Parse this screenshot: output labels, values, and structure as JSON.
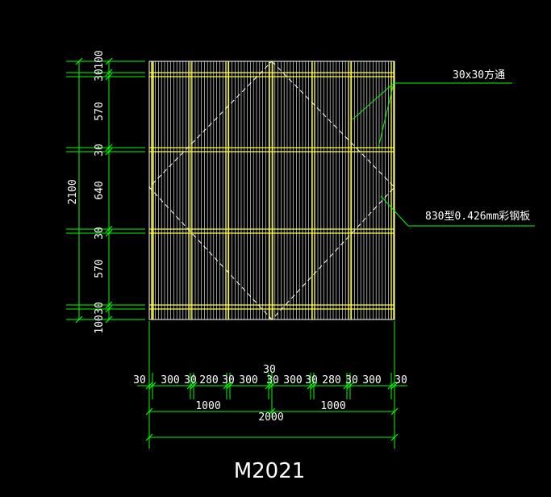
{
  "colors": {
    "background": "#000000",
    "panel_lines": "#ffffff",
    "frame": "#ffff33",
    "dimension": "#00ff00",
    "text": "#ffffff"
  },
  "drawing": {
    "title": "M2021",
    "annotations": {
      "tube": "30x30方通",
      "panel": "830型0.426mm彩钢板"
    },
    "left_dims": {
      "overall": "2100",
      "segments": [
        "100",
        "30",
        "570",
        "30",
        "640",
        "30",
        "570",
        "30",
        "100"
      ]
    },
    "bottom_dims": {
      "segments": [
        "30",
        "300",
        "30",
        "280",
        "30",
        "300",
        "30",
        "300",
        "30",
        "280",
        "30",
        "300",
        "30"
      ],
      "middle_top": "30",
      "halves": [
        "1000",
        "1000"
      ],
      "overall": "2000"
    }
  }
}
